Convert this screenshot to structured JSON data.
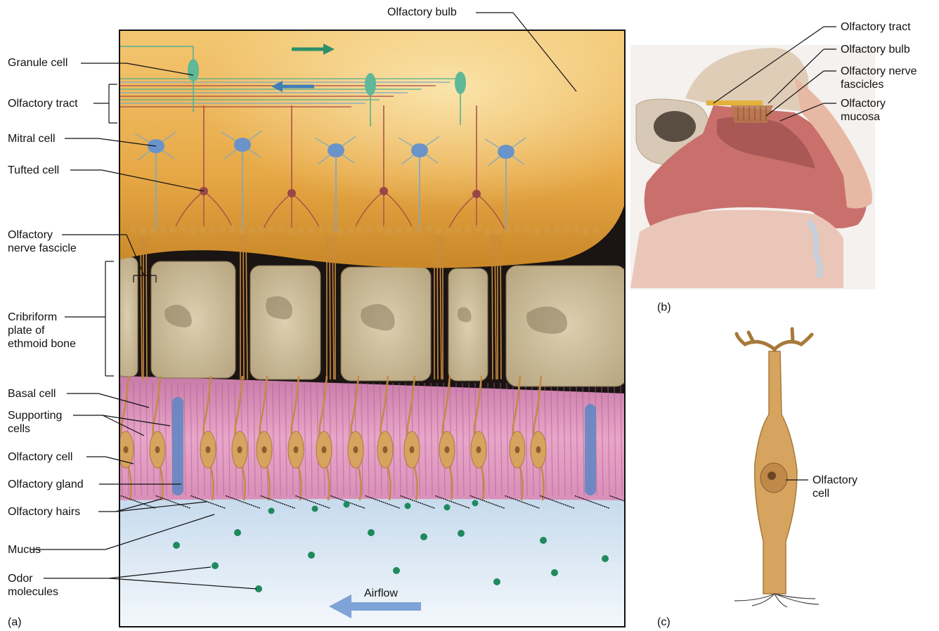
{
  "colors": {
    "bulb_gold": "#e2a23a",
    "bulb_light": "#f6dc95",
    "bone": "#cbbd98",
    "bone_dark": "#8e7f62",
    "epithelium_pink": "#e9a0c4",
    "cell_tan": "#d7a45f",
    "mucus_blue": "#cfe2f0",
    "gland_blue": "#6a93c9",
    "odor_green": "#1e8a5e",
    "axon_red": "#a54a4a",
    "axon_blue": "#7aa8c8",
    "tract_green": "#4fae8f"
  },
  "panel_a": {
    "letter": "(a)",
    "labels": {
      "olfactory_bulb": "Olfactory bulb",
      "granule_cell": "Granule cell",
      "olfactory_tract": "Olfactory tract",
      "mitral_cell": "Mitral cell",
      "tufted_cell": "Tufted cell",
      "olfactory_nerve_fascicle": "Olfactory\nnerve fascicle",
      "cribriform_plate": "Cribriform\nplate of\nethmoid bone",
      "basal_cell": "Basal cell",
      "supporting_cells": "Supporting\ncells",
      "olfactory_cell": "Olfactory cell",
      "olfactory_gland": "Olfactory gland",
      "olfactory_hairs": "Olfactory hairs",
      "mucus": "Mucus",
      "odor_molecules": "Odor\nmolecules",
      "airflow": "Airflow"
    }
  },
  "panel_b": {
    "letter": "(b)",
    "labels": {
      "olfactory_tract": "Olfactory tract",
      "olfactory_bulb": "Olfactory bulb",
      "olfactory_nerve_fascicles": "Olfactory nerve\nfascicles",
      "olfactory_mucosa": "Olfactory\nmucosa"
    }
  },
  "panel_c": {
    "letter": "(c)",
    "labels": {
      "olfactory_cell": "Olfactory\ncell"
    }
  }
}
